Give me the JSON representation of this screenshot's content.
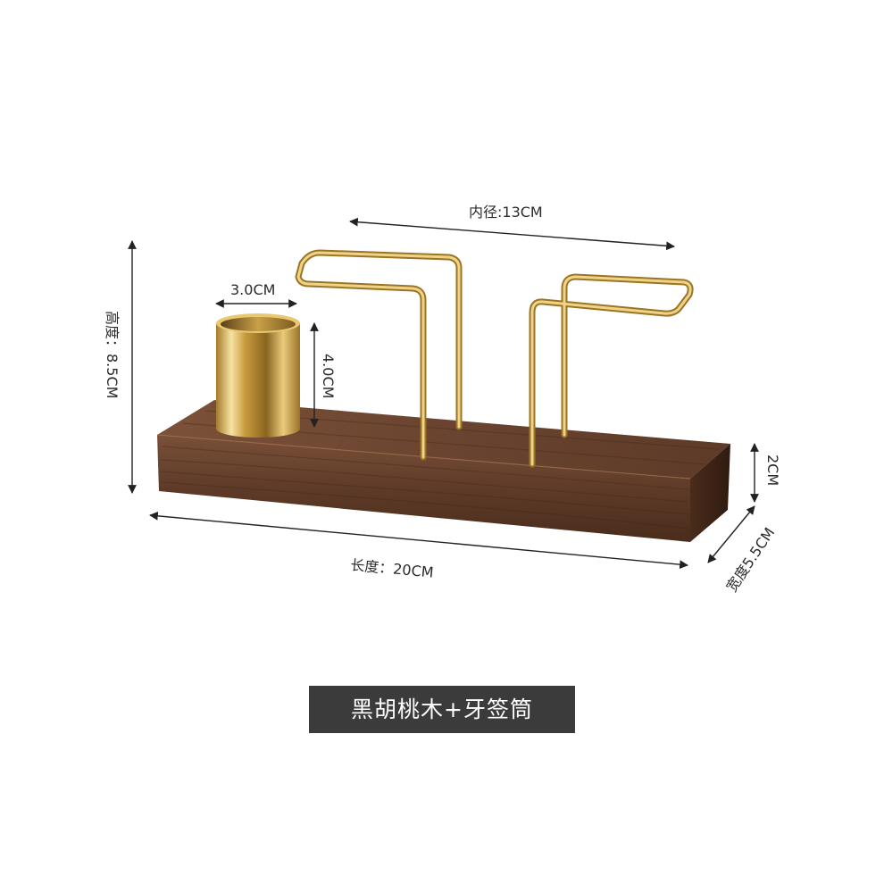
{
  "dimensions": {
    "inner_width": "内径:13CM",
    "cup_diameter": "3.0CM",
    "cup_height": "4.0CM",
    "height": "高度：8.5CM",
    "base_height": "2CM",
    "length": "长度：20CM",
    "width": "宽度5.5CM"
  },
  "caption": "黑胡桃木+牙签筒",
  "colors": {
    "walnut": "#6b4530",
    "walnut_dark": "#3e2619",
    "gold": "#d9b25a",
    "gold_light": "#f3dc95",
    "caption_bg": "#3b3b3b"
  }
}
